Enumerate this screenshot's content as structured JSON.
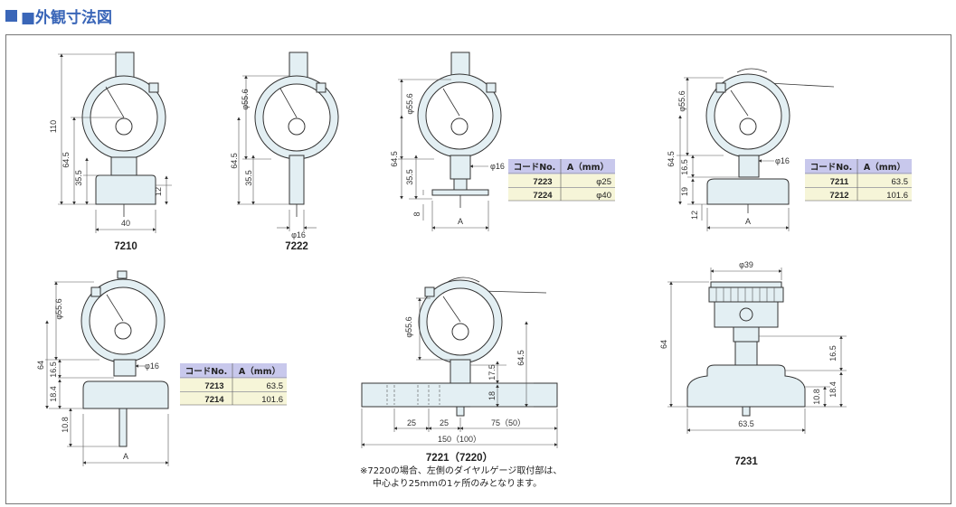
{
  "page": {
    "title": "■外観寸法図"
  },
  "models": {
    "m7210": {
      "label": "7210",
      "dims": {
        "h110": "110",
        "h64_5": "64.5",
        "h35_5": "35.5",
        "h12": "12",
        "w40": "40"
      }
    },
    "m7222": {
      "label": "7222",
      "dims": {
        "d55_6": "φ55.6",
        "h64_5": "64.5",
        "h35_5": "35.5",
        "d16": "φ16"
      }
    },
    "m7223": {
      "label": "",
      "dims": {
        "d55_6": "φ55.6",
        "h64_5": "64.5",
        "h35_5": "35.5",
        "d16": "φ16",
        "h8": "8",
        "A": "A"
      }
    },
    "m7211": {
      "label": "",
      "dims": {
        "d55_6": "φ55.6",
        "h64_5": "64.5",
        "h16_5": "16.5",
        "h19": "19",
        "h12": "12",
        "d16": "φ16",
        "A": "A"
      }
    },
    "m7213": {
      "label": "",
      "dims": {
        "d55_6": "φ55.6",
        "h64": "64",
        "h16_5": "16.5",
        "h18_4": "18.4",
        "h10_8": "10.8",
        "d16": "φ16",
        "A": "A"
      }
    },
    "m7221": {
      "label": "7221（7220）",
      "dims": {
        "d55_6": "φ55.6",
        "h64_5": "64.5",
        "h17_5": "17.5",
        "h18": "18",
        "w25a": "25",
        "w25b": "25",
        "w75": "75（50）",
        "w150": "150（100）"
      },
      "note1": "※7220の場合、左側のダイヤルゲージ取付部は、",
      "note2": "中心より25mmの1ヶ所のみとなります。"
    },
    "m7231": {
      "label": "7231",
      "dims": {
        "d39": "φ39",
        "h64": "64",
        "h16_5": "16.5",
        "h18_4": "18.4",
        "h10_8": "10.8",
        "w63_5": "63.5"
      }
    }
  },
  "tables": {
    "t1": {
      "headers": [
        "コードNo.",
        "A（mm）"
      ],
      "rows": [
        [
          "7223",
          "φ25"
        ],
        [
          "7224",
          "φ40"
        ]
      ]
    },
    "t2": {
      "headers": [
        "コードNo.",
        "A（mm）"
      ],
      "rows": [
        [
          "7211",
          "63.5"
        ],
        [
          "7212",
          "101.6"
        ]
      ]
    },
    "t3": {
      "headers": [
        "コードNo.",
        "A（mm）"
      ],
      "rows": [
        [
          "7213",
          "63.5"
        ],
        [
          "7214",
          "101.6"
        ]
      ]
    }
  },
  "colors": {
    "title": "#3a66b8",
    "body": "#e3eff3",
    "table_header": "#c8c8ec",
    "table_row": "#f6f5d8"
  }
}
